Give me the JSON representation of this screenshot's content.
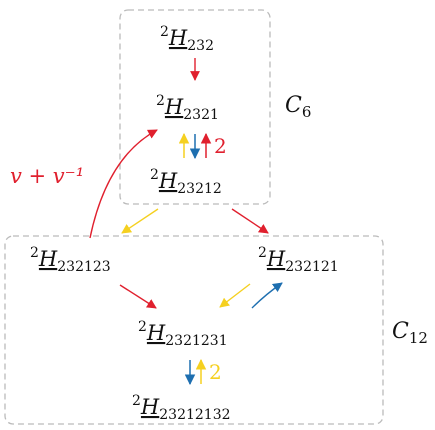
{
  "nodes": [
    {
      "id": "n232",
      "sup": "2",
      "letter": "H",
      "sub": "232"
    },
    {
      "id": "n2321",
      "sup": "2",
      "letter": "H",
      "sub": "2321"
    },
    {
      "id": "n23212",
      "sup": "2",
      "letter": "H",
      "sub": "23212"
    },
    {
      "id": "n232123",
      "sup": "2",
      "letter": "H",
      "sub": "232123"
    },
    {
      "id": "n232121",
      "sup": "2",
      "letter": "H",
      "sub": "232121"
    },
    {
      "id": "n2321231",
      "sup": "2",
      "letter": "H",
      "sub": "2321231"
    },
    {
      "id": "n23212132",
      "sup": "2",
      "letter": "H",
      "sub": "23212132"
    }
  ],
  "groups": {
    "c6": {
      "label": "C",
      "sub": "6"
    },
    "c12": {
      "label": "C",
      "sub": "12"
    }
  },
  "edge_labels": {
    "mult_upper": "2",
    "mult_lower": "2",
    "v_sum": "v + v⁻¹"
  },
  "colors": {
    "red": "#e0202e",
    "yellow": "#f5d020",
    "blue": "#1e6fb0",
    "box": "#bbbbbb",
    "text": "#111111"
  }
}
